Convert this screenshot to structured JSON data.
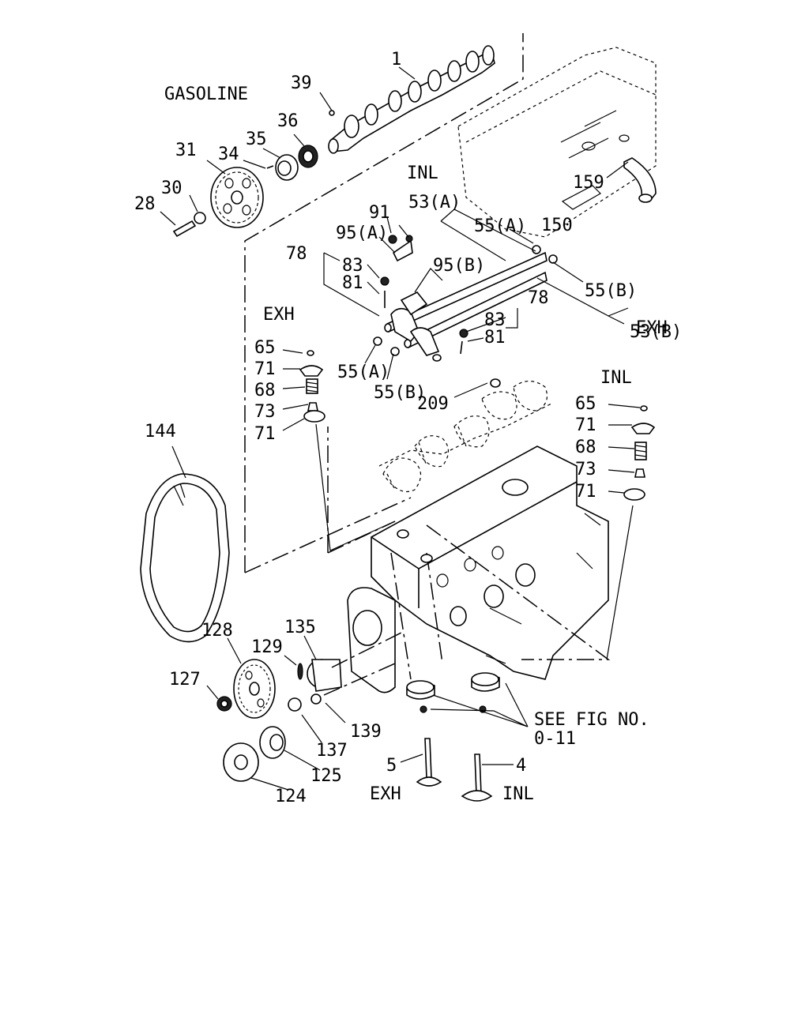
{
  "labels": {
    "gasoline": "GASOLINE",
    "exh_top": "EXH",
    "inl_top": "INL",
    "exh_right": "EXH",
    "inl_right": "INL",
    "exh_bottom": "EXH",
    "inl_bottom": "INL",
    "see_fig_line1": "SEE FIG NO.",
    "see_fig_line2": "0-11"
  },
  "callouts": {
    "p1": "1",
    "p39": "39",
    "p36": "36",
    "p35": "35",
    "p34": "34",
    "p31": "31",
    "p30": "30",
    "p28": "28",
    "p159": "159",
    "p150": "150",
    "p53a": "53(A)",
    "p55a_top": "55(A)",
    "p91": "91",
    "p95a": "95(A)",
    "p95b": "95(B)",
    "p78_left": "78",
    "p83_left": "83",
    "p81_left": "81",
    "p55b_right": "55(B)",
    "p78_right": "78",
    "p83_right": "83",
    "p81_right": "81",
    "p53b": "53(B)",
    "p55a_bottom": "55(A)",
    "p55b_bottom": "55(B)",
    "p209": "209",
    "p65_l": "65",
    "p71_l1": "71",
    "p68_l": "68",
    "p73_l": "73",
    "p71_l2": "71",
    "p65_r": "65",
    "p71_r1": "71",
    "p68_r": "68",
    "p73_r": "73",
    "p71_r2": "71",
    "p144": "144",
    "p128": "128",
    "p129": "129",
    "p135": "135",
    "p127": "127",
    "p139": "139",
    "p137": "137",
    "p125": "125",
    "p124": "124",
    "p5": "5",
    "p4": "4"
  }
}
